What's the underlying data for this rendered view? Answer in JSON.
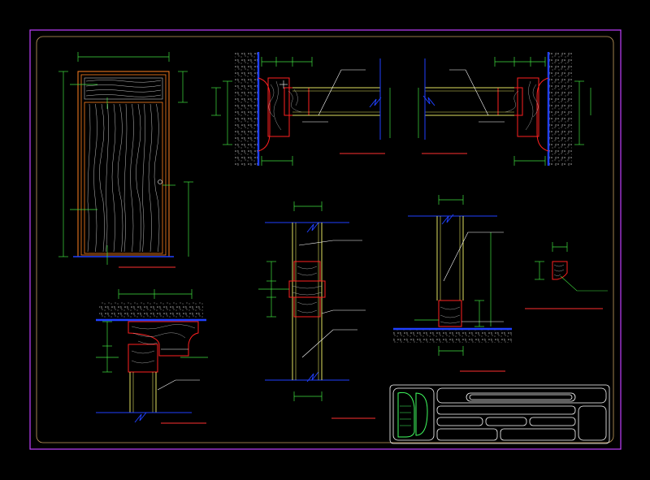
{
  "drawing": {
    "type": "cad-door-details",
    "background": "#000000",
    "colors": {
      "sheet_border": "#c040ff",
      "frame_border": "#c8a060",
      "dimension": "#40e040",
      "wall_line": "#2040ff",
      "wood_outline": "#ff2020",
      "wood_grain": "#c0c0c0",
      "veneer": "#e0e060",
      "frame_orange": "#ff8020",
      "title_underline": "#ff3030",
      "titleblock": "#ffffff",
      "leader": "#ffffff",
      "masonry": "#b0b0b0",
      "logo_green": "#40ff60"
    },
    "views": [
      {
        "name": "door-elevation"
      },
      {
        "name": "plan-jamb-section-left"
      },
      {
        "name": "plan-jamb-section-right"
      },
      {
        "name": "head-section"
      },
      {
        "name": "panel-joint-section"
      },
      {
        "name": "threshold-section"
      },
      {
        "name": "trim-profile-detail"
      },
      {
        "name": "head-jamb-detail"
      }
    ],
    "title_block": {
      "logo": "company-logo-icon"
    }
  }
}
